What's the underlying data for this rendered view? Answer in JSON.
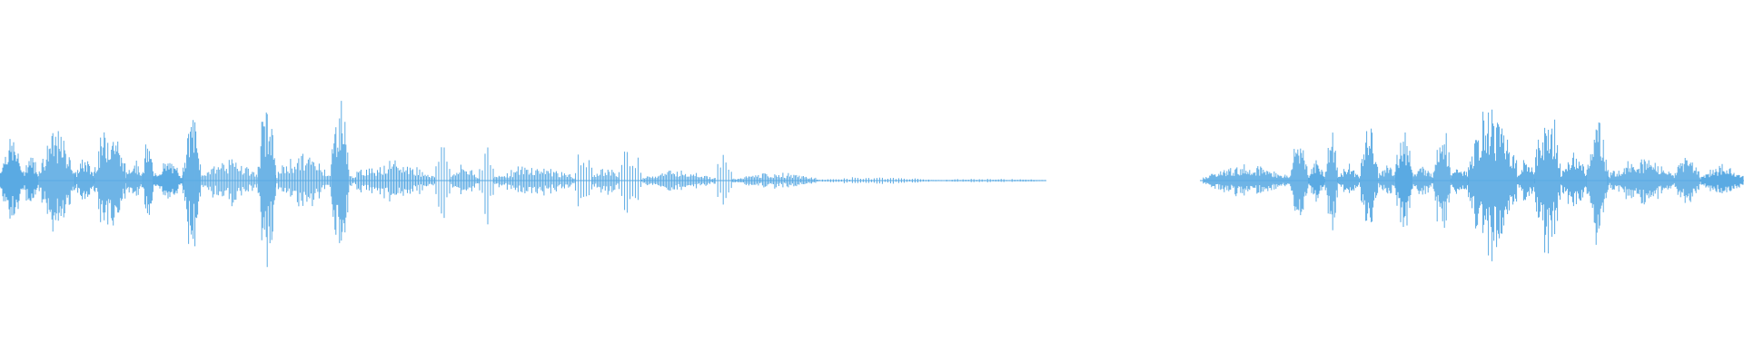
{
  "waveform": {
    "color": "#5aaae3",
    "background": "#ffffff",
    "segments": [
      {
        "start": 0.0,
        "end": 0.013,
        "level": 0.24,
        "density": "dense"
      },
      {
        "start": 0.013,
        "end": 0.022,
        "level": 0.15,
        "density": "dense"
      },
      {
        "start": 0.022,
        "end": 0.043,
        "level": 0.26,
        "density": "dense"
      },
      {
        "start": 0.043,
        "end": 0.054,
        "level": 0.12,
        "density": "dense"
      },
      {
        "start": 0.054,
        "end": 0.072,
        "level": 0.3,
        "density": "dense"
      },
      {
        "start": 0.072,
        "end": 0.082,
        "level": 0.12,
        "density": "dense"
      },
      {
        "start": 0.082,
        "end": 0.088,
        "level": 0.22,
        "density": "dense"
      },
      {
        "start": 0.088,
        "end": 0.105,
        "level": 0.1,
        "density": "dense"
      },
      {
        "start": 0.105,
        "end": 0.115,
        "level": 0.36,
        "density": "dense"
      },
      {
        "start": 0.115,
        "end": 0.148,
        "level": 0.12,
        "density": "medium"
      },
      {
        "start": 0.148,
        "end": 0.158,
        "level": 0.42,
        "density": "dense"
      },
      {
        "start": 0.158,
        "end": 0.19,
        "level": 0.14,
        "density": "medium"
      },
      {
        "start": 0.19,
        "end": 0.2,
        "level": 0.44,
        "density": "dense"
      },
      {
        "start": 0.2,
        "end": 0.25,
        "level": 0.1,
        "density": "medium"
      },
      {
        "start": 0.25,
        "end": 0.258,
        "level": 0.3,
        "density": "sparse"
      },
      {
        "start": 0.258,
        "end": 0.275,
        "level": 0.08,
        "density": "medium"
      },
      {
        "start": 0.275,
        "end": 0.283,
        "level": 0.26,
        "density": "sparse"
      },
      {
        "start": 0.283,
        "end": 0.33,
        "level": 0.08,
        "density": "medium"
      },
      {
        "start": 0.33,
        "end": 0.34,
        "level": 0.22,
        "density": "sparse"
      },
      {
        "start": 0.34,
        "end": 0.355,
        "level": 0.08,
        "density": "medium"
      },
      {
        "start": 0.355,
        "end": 0.368,
        "level": 0.24,
        "density": "sparse"
      },
      {
        "start": 0.368,
        "end": 0.41,
        "level": 0.06,
        "density": "medium"
      },
      {
        "start": 0.41,
        "end": 0.42,
        "level": 0.14,
        "density": "sparse"
      },
      {
        "start": 0.42,
        "end": 0.47,
        "level": 0.04,
        "density": "medium"
      },
      {
        "start": 0.47,
        "end": 0.535,
        "level": 0.02,
        "density": "sparse"
      },
      {
        "start": 0.535,
        "end": 0.6,
        "level": 0.01,
        "density": "sparse"
      },
      {
        "start": 0.6,
        "end": 0.69,
        "level": 0.0,
        "density": "none"
      },
      {
        "start": 0.69,
        "end": 0.74,
        "level": 0.08,
        "density": "dense"
      },
      {
        "start": 0.74,
        "end": 0.75,
        "level": 0.24,
        "density": "dense"
      },
      {
        "start": 0.75,
        "end": 0.76,
        "level": 0.1,
        "density": "dense"
      },
      {
        "start": 0.76,
        "end": 0.767,
        "level": 0.26,
        "density": "dense"
      },
      {
        "start": 0.767,
        "end": 0.78,
        "level": 0.08,
        "density": "dense"
      },
      {
        "start": 0.78,
        "end": 0.79,
        "level": 0.3,
        "density": "dense"
      },
      {
        "start": 0.79,
        "end": 0.8,
        "level": 0.08,
        "density": "dense"
      },
      {
        "start": 0.8,
        "end": 0.81,
        "level": 0.3,
        "density": "dense"
      },
      {
        "start": 0.81,
        "end": 0.822,
        "level": 0.08,
        "density": "dense"
      },
      {
        "start": 0.822,
        "end": 0.832,
        "level": 0.3,
        "density": "dense"
      },
      {
        "start": 0.832,
        "end": 0.842,
        "level": 0.08,
        "density": "dense"
      },
      {
        "start": 0.842,
        "end": 0.87,
        "level": 0.38,
        "density": "dense"
      },
      {
        "start": 0.87,
        "end": 0.88,
        "level": 0.12,
        "density": "dense"
      },
      {
        "start": 0.88,
        "end": 0.895,
        "level": 0.38,
        "density": "dense"
      },
      {
        "start": 0.895,
        "end": 0.91,
        "level": 0.14,
        "density": "dense"
      },
      {
        "start": 0.91,
        "end": 0.922,
        "level": 0.32,
        "density": "dense"
      },
      {
        "start": 0.922,
        "end": 0.96,
        "level": 0.12,
        "density": "dense"
      },
      {
        "start": 0.96,
        "end": 0.975,
        "level": 0.14,
        "density": "dense"
      },
      {
        "start": 0.975,
        "end": 1.0,
        "level": 0.08,
        "density": "dense"
      }
    ]
  }
}
